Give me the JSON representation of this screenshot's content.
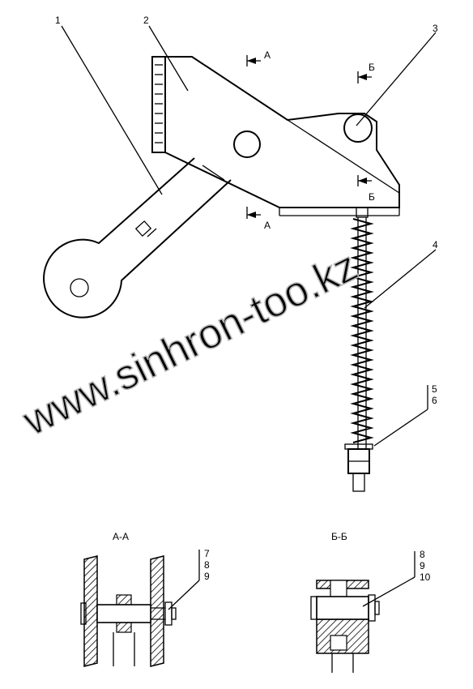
{
  "callouts": {
    "c1": "1",
    "c2": "2",
    "c3": "3",
    "c4": "4",
    "c5": "5",
    "c6": "6",
    "c7": "7",
    "c8": "8",
    "c9": "9",
    "c8b": "8",
    "c9b": "9",
    "c10": "10"
  },
  "section_marks": {
    "a_top": "А",
    "a_bottom": "А",
    "b_top": "Б",
    "b_bottom": "Б"
  },
  "section_titles": {
    "aa": "А-А",
    "bb": "Б-Б"
  },
  "watermark": "www.sinhron-too.kz"
}
